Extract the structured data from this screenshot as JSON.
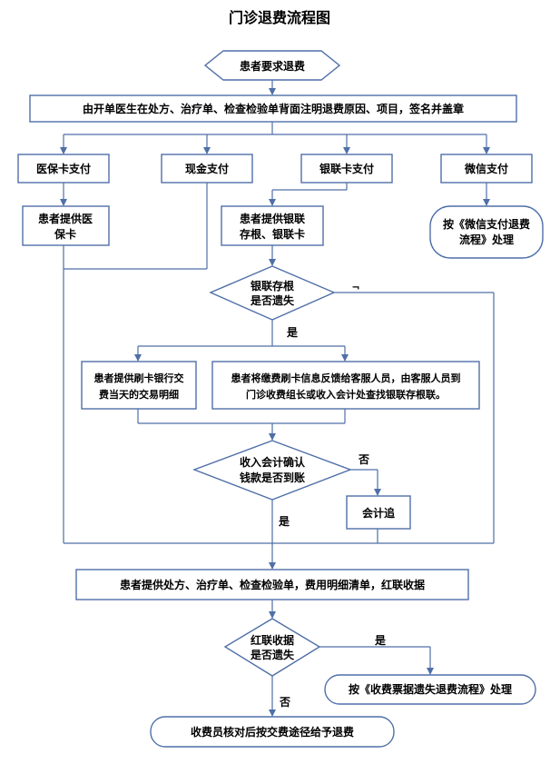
{
  "title": "门诊退费流程图",
  "colors": {
    "stroke": "#4f6fa8",
    "line": "#4f6fa8",
    "text": "#000000",
    "background": "#ffffff"
  },
  "nodes": {
    "start": "患者要求退费",
    "doctor_note": "由开单医生在处方、治疗单、检查检验单背面注明退费原因、项目，签名并盖章",
    "medical_insurance": "医保卡支付",
    "cash": "现金支付",
    "unionpay": "银联卡支付",
    "wechat": "微信支付",
    "provide_insurance_card": [
      "患者提供医",
      "保卡"
    ],
    "provide_unionpay": [
      "患者提供银联",
      "存根、银联卡"
    ],
    "wechat_process": [
      "按《微信支付退费",
      "流程》处理"
    ],
    "stub_lost_q": [
      "银联存根",
      "是否遗失"
    ],
    "bank_detail": [
      "患者提供刷卡银行交",
      "费当天的交易明细"
    ],
    "feedback_service": [
      "患者将缴费刷卡信息反馈给客服人员，由客服人员到",
      "门诊收费组长或收入会计处查找银联存根联。"
    ],
    "accountant_confirm_q": [
      "收入会计确认",
      "钱款是否到账"
    ],
    "accountant_chase": "会计追",
    "provide_documents": "患者提供处方、治疗单、检查检验单，费用明细清单，红联收据",
    "receipt_lost_q": [
      "红联收据",
      "是否遗失"
    ],
    "receipt_lost_process": "按《收费票据遗失退费流程》处理",
    "end": "收费员核对后按交费途径给予退费"
  },
  "edge_labels": {
    "stub_yes": "是",
    "stub_mark": "¬",
    "confirm_no": "否",
    "confirm_yes": "是",
    "receipt_yes": "是",
    "receipt_no": "否"
  }
}
